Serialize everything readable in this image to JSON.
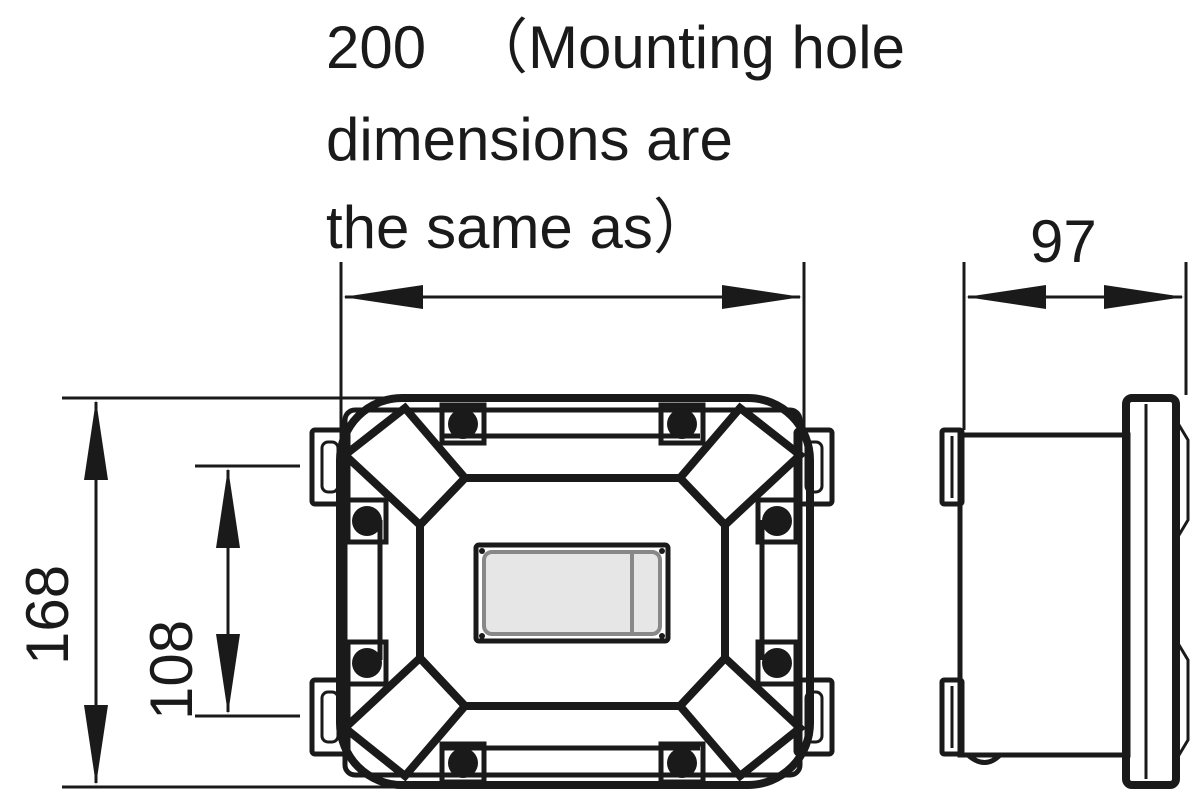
{
  "width_dimension": {
    "value": "200",
    "note_line1": "（Mounting hole",
    "note_line2": "dimensions are",
    "note_line3": "the same as）"
  },
  "depth_dimension": {
    "value": "97"
  },
  "height_dimension": {
    "value": "168"
  },
  "hole_spacing_dimension": {
    "value": "108"
  }
}
